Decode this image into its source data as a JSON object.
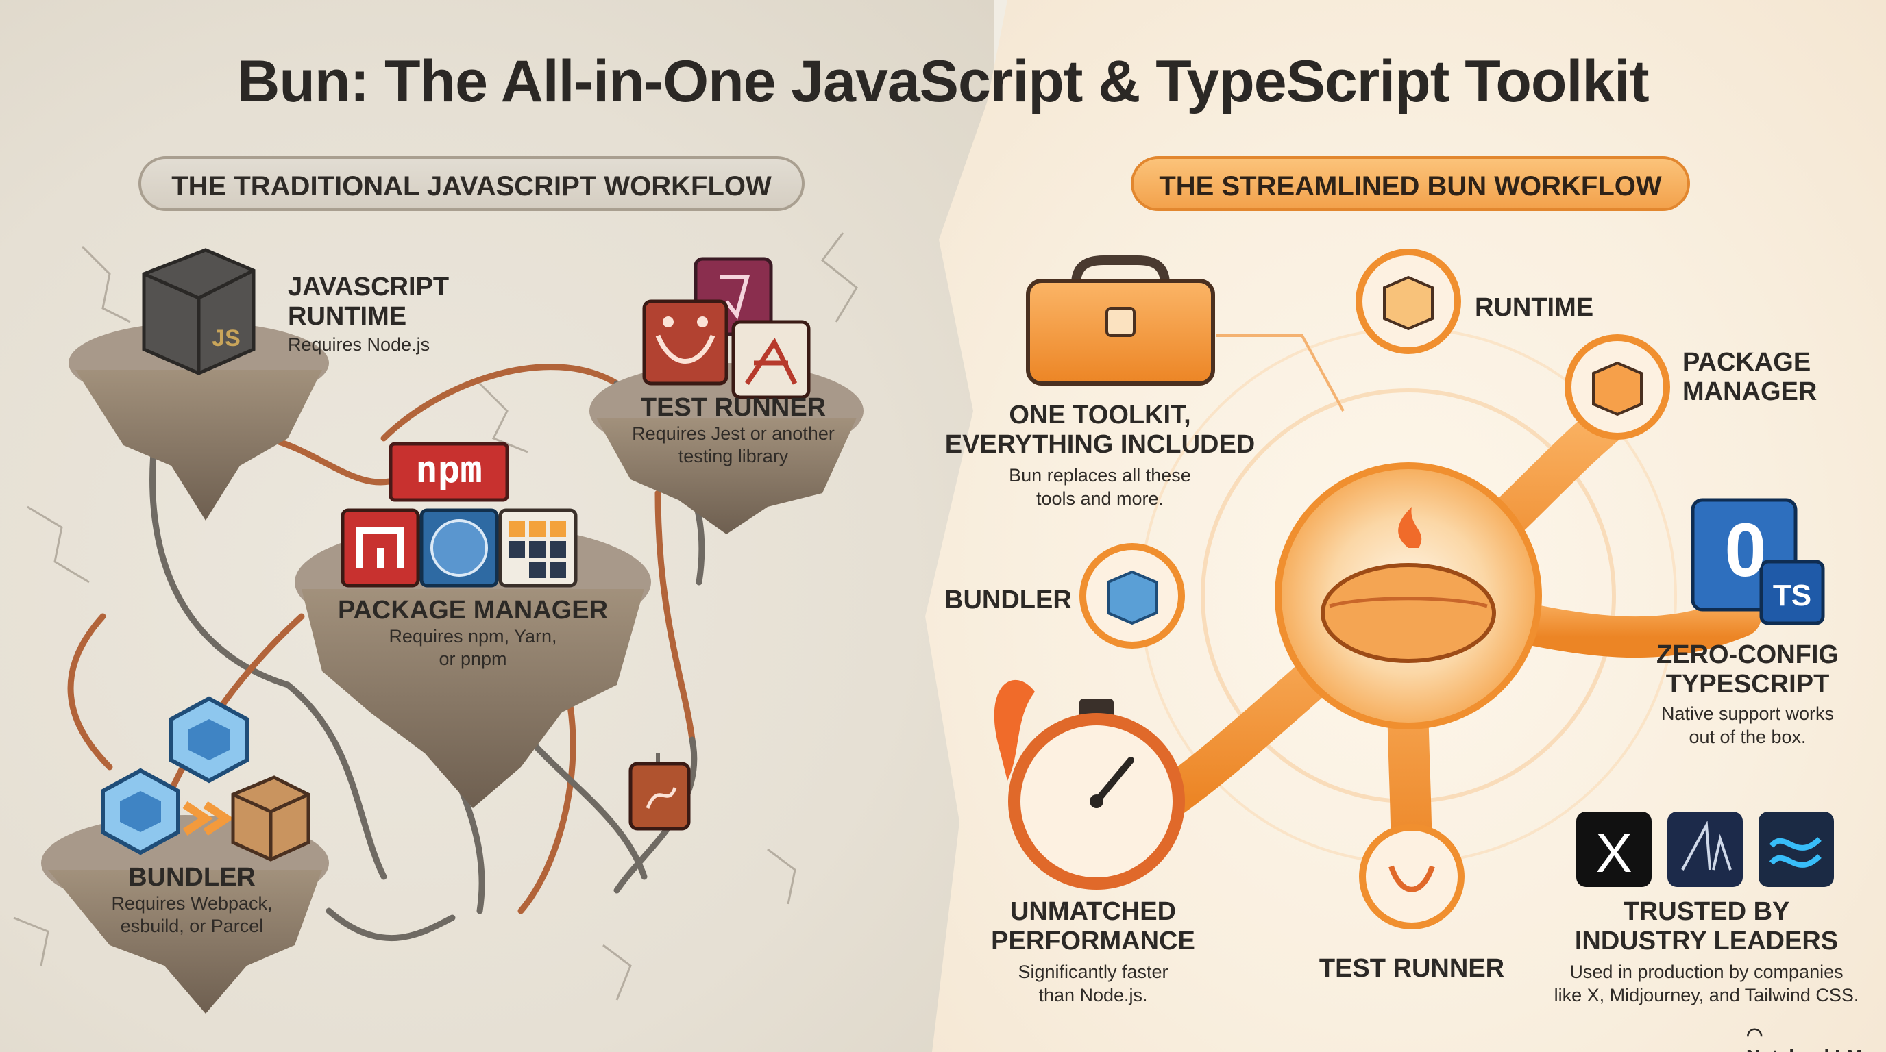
{
  "title": "Bun: The All-in-One JavaScript & TypeScript Toolkit",
  "left_panel": {
    "header": "THE TRADITIONAL JAVASCRIPT WORKFLOW",
    "runtime": {
      "title": "JAVASCRIPT RUNTIME",
      "title_line1": "JAVASCRIPT",
      "title_line2": "RUNTIME",
      "note": "Requires Node.js",
      "icon_text": "JS"
    },
    "test_runner": {
      "title": "TEST RUNNER",
      "note_line1": "Requires Jest or another",
      "note_line2": "testing library"
    },
    "package_manager": {
      "title": "PACKAGE MANAGER",
      "note_line1": "Requires npm, Yarn,",
      "note_line2": "or pnpm",
      "npm_logo": "npm"
    },
    "bundler": {
      "title": "BUNDLER",
      "note_line1": "Requires Webpack,",
      "note_line2": "esbuild, or Parcel"
    }
  },
  "right_panel": {
    "header": "THE STREAMLINED BUN WORKFLOW",
    "toolkit": {
      "title_line1": "ONE TOOLKIT,",
      "title_line2": "EVERYTHING INCLUDED",
      "note_line1": "Bun replaces all these",
      "note_line2": "tools and more."
    },
    "hub_labels": {
      "runtime": "RUNTIME",
      "package_line1": "PACKAGE",
      "package_line2": "MANAGER",
      "bundler": "BUNDLER",
      "test_runner": "TEST RUNNER"
    },
    "typescript": {
      "title_line1": "ZERO-CONFIG",
      "title_line2": "TYPESCRIPT",
      "note_line1": "Native support works",
      "note_line2": "out of the box.",
      "icon_text_big": "0",
      "icon_text_small": "TS"
    },
    "performance": {
      "title_line1": "UNMATCHED",
      "title_line2": "PERFORMANCE",
      "note_line1": "Significantly faster",
      "note_line2": "than Node.js."
    },
    "trusted": {
      "title_line1": "TRUSTED BY",
      "title_line2": "INDUSTRY LEADERS",
      "note_line1": "Used in production by companies",
      "note_line2": "like X, Midjourney, and Tailwind CSS.",
      "logo_x": "X"
    }
  },
  "footer": {
    "brand": "NotebookLM"
  },
  "colors": {
    "orange": "#f39a3c",
    "orange_dark": "#e07a1f",
    "rock": "#8a7a68",
    "npm_red": "#c8312f"
  },
  "icons": [
    "js-box-icon",
    "jest-icon",
    "npm-logo-icon",
    "webpack-cube-icon",
    "package-box-icon",
    "toolbox-icon",
    "bun-logo-icon",
    "stopwatch-icon",
    "typescript-icon",
    "x-logo-icon",
    "midjourney-logo-icon",
    "tailwind-logo-icon",
    "notebooklm-icon"
  ]
}
